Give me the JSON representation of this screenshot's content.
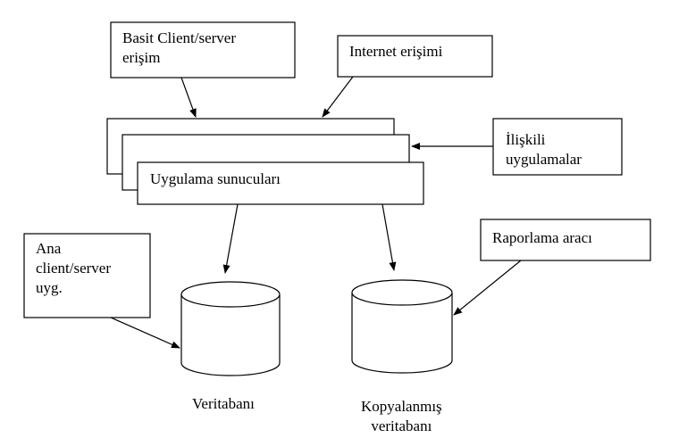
{
  "diagram": {
    "boxes": {
      "basit_client_server": {
        "lines": [
          "Basit Client/server",
          "erişim"
        ]
      },
      "internet_erisimi": {
        "lines": [
          "Internet erişimi"
        ]
      },
      "iliskili_uygulamalar": {
        "lines": [
          "İlişkili",
          "uygulamalar"
        ]
      },
      "uygulama_sunuculari": {
        "lines": [
          "Uygulama sunucuları"
        ]
      },
      "ana_client_server": {
        "lines": [
          "Ana",
          "client/server",
          "uyg."
        ]
      },
      "raporlama_araci": {
        "lines": [
          "Raporlama aracı"
        ]
      }
    },
    "databases": {
      "veritabani": {
        "lines": [
          "Veritabanı"
        ]
      },
      "kopyalanmis_veritabani": {
        "lines": [
          "Kopyalanmış",
          "veritabanı"
        ]
      }
    }
  },
  "colors": {
    "stroke": "#000000",
    "fill": "#ffffff",
    "background": "#ffffff"
  }
}
